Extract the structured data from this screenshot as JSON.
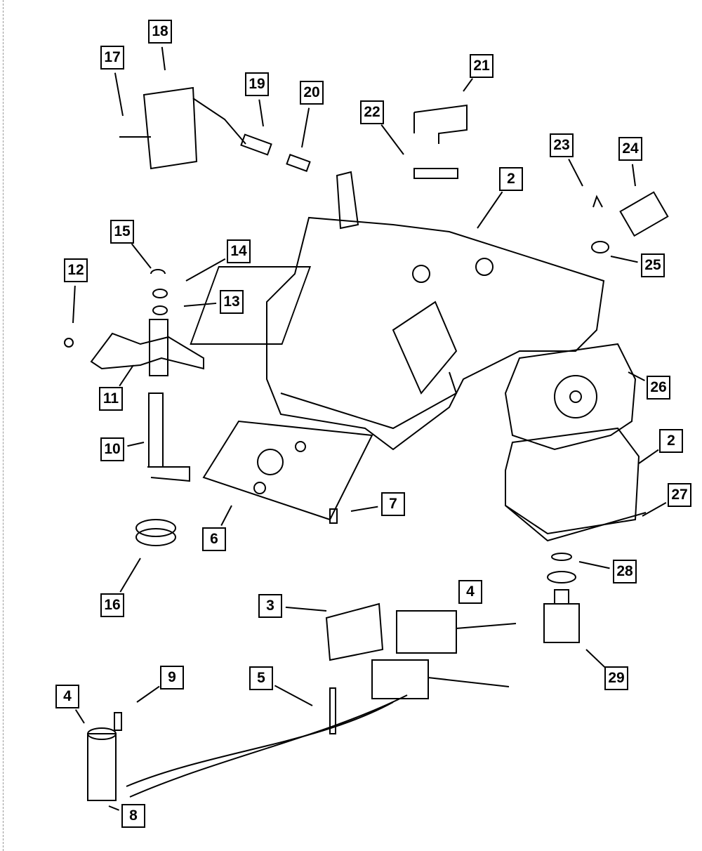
{
  "diagram": {
    "type": "exploded parts diagram",
    "line_color": "#000000",
    "callouts": [
      "18",
      "17",
      "19",
      "20",
      "21",
      "22",
      "23",
      "24",
      "2",
      "15",
      "14",
      "12",
      "25",
      "13",
      "26",
      "11",
      "10",
      "2",
      "27",
      "7",
      "6",
      "28",
      "4",
      "16",
      "3",
      "29",
      "9",
      "5",
      "4",
      "8"
    ]
  }
}
